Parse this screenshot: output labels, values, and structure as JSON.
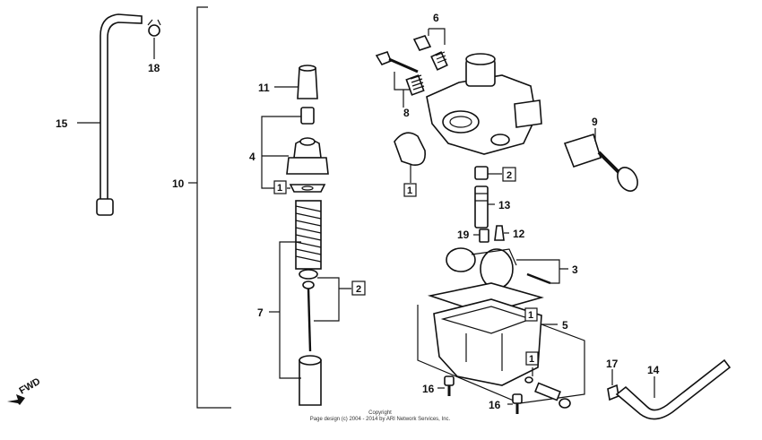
{
  "callouts": {
    "c1a": "1",
    "c1b": "1",
    "c1c": "1",
    "c1d": "1",
    "c2a": "2",
    "c2b": "2",
    "c3": "3",
    "c4": "4",
    "c5": "5",
    "c6": "6",
    "c7": "7",
    "c8": "8",
    "c9": "9",
    "c10": "10",
    "c11": "11",
    "c12": "12",
    "c13": "13",
    "c14": "14",
    "c15": "15",
    "c16a": "16",
    "c16b": "16",
    "c17": "17",
    "c18": "18",
    "c19": "19"
  },
  "fwd_label": "FWD",
  "copyright_line1": "Copyright",
  "copyright_line2": "Page design (c) 2004 - 2014 by ARI Network Services, Inc."
}
